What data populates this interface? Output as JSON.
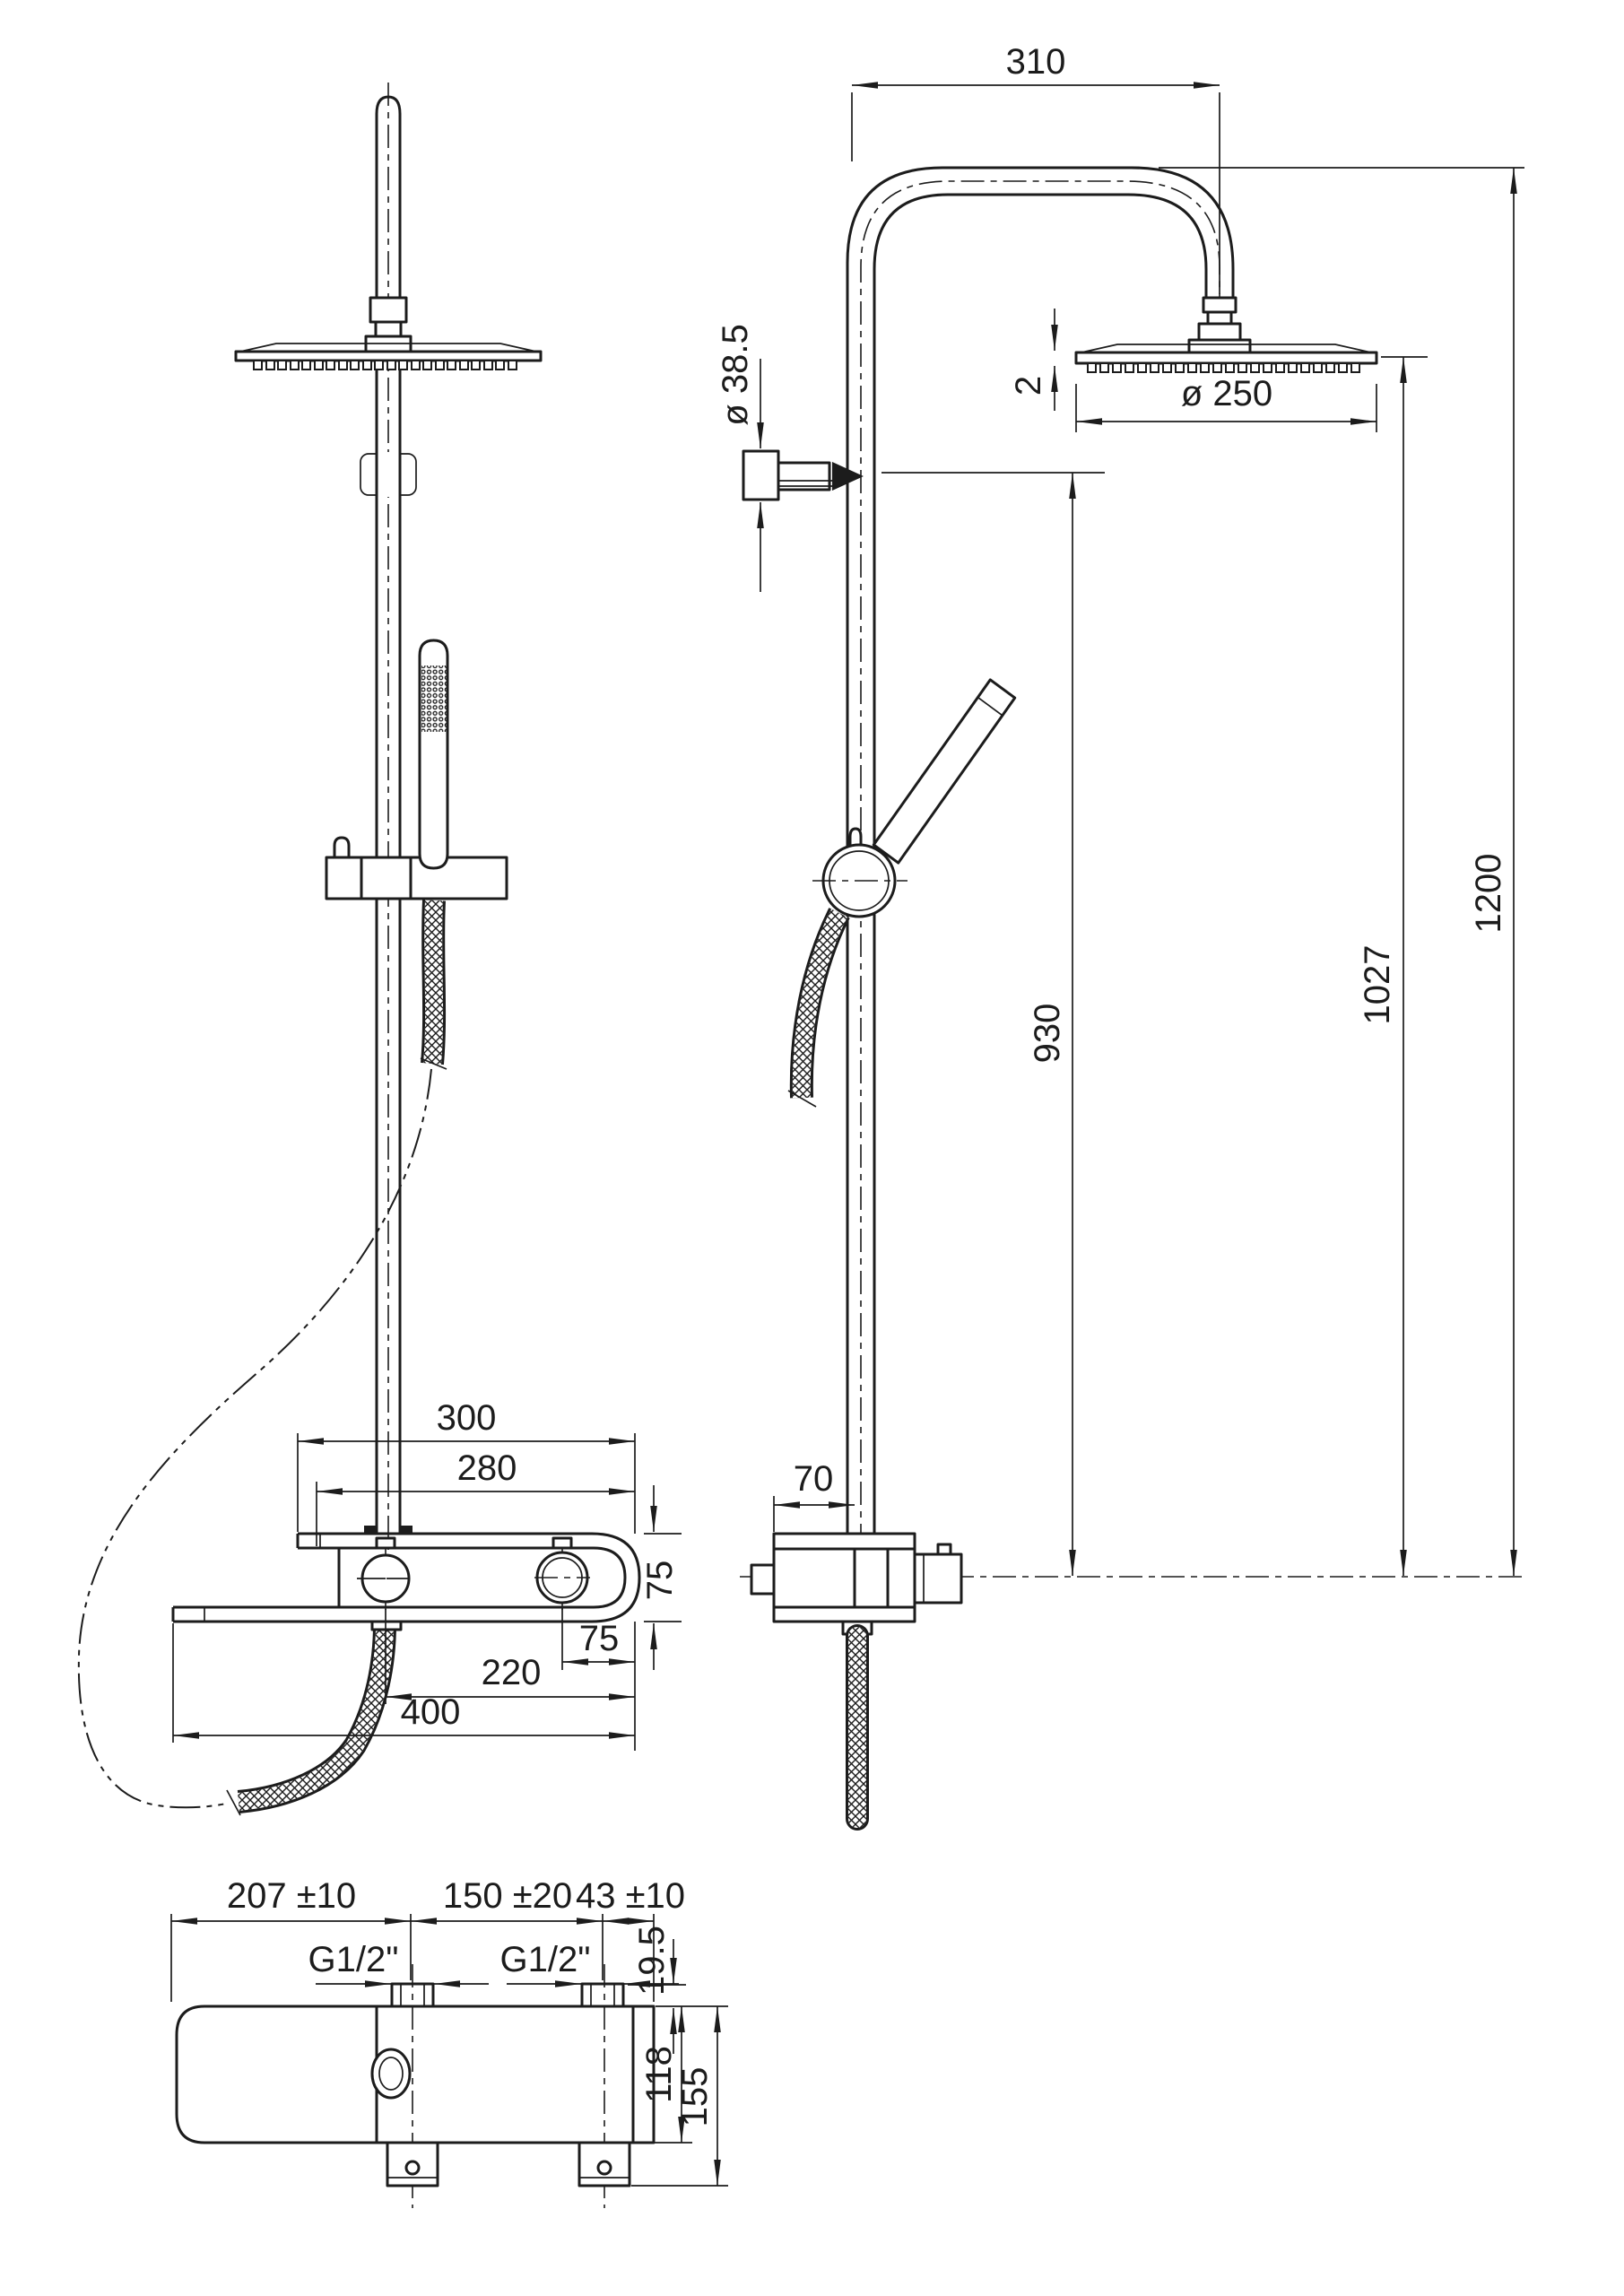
{
  "page": {
    "background": "#ffffff",
    "line_color": "#1c1c1c"
  },
  "drawing": {
    "kind": "shower-column-technical-drawing",
    "views": {
      "front": {
        "dims": {
          "width_300": "300",
          "width_280": "280",
          "height_75": "75",
          "offset_75": "75",
          "span_220": "220",
          "width_400": "400"
        }
      },
      "side": {
        "dims": {
          "arm_310": "310",
          "escutcheon_dia": "ø 38.5",
          "plate_2": "2",
          "head_dia": "ø 250",
          "height_1200": "1200",
          "height_1027": "1027",
          "height_930": "930",
          "depth_70": "70"
        }
      },
      "plan": {
        "dims": {
          "inlet_left": "207 ±10",
          "inlet_spacing": "150 ±20",
          "inlet_right": "43 ±10",
          "thread_left": "G1/2\"",
          "thread_right": "G1/2\"",
          "lip_19_5": "19.5",
          "depth_118": "118",
          "depth_155": "155"
        }
      }
    }
  }
}
